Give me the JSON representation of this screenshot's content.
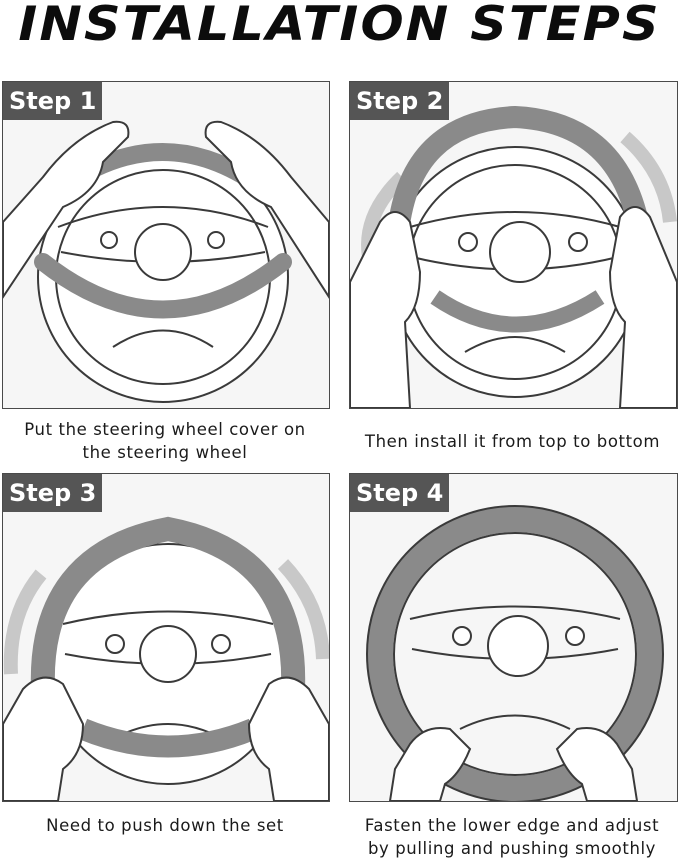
{
  "title": "INSTALLATION STEPS",
  "steps": [
    {
      "label": "Step 1",
      "caption": "Put the steering wheel cover on the steering wheel"
    },
    {
      "label": "Step 2",
      "caption": "Then install it from top to bottom"
    },
    {
      "label": "Step 3",
      "caption": "Need to push down the set"
    },
    {
      "label": "Step 4",
      "caption": "Fasten the lower edge and adjust by pulling and pushing smoothly"
    }
  ],
  "colors": {
    "cover": "#8a8a8a",
    "badge": "#555555",
    "line": "#3a3a3a"
  }
}
